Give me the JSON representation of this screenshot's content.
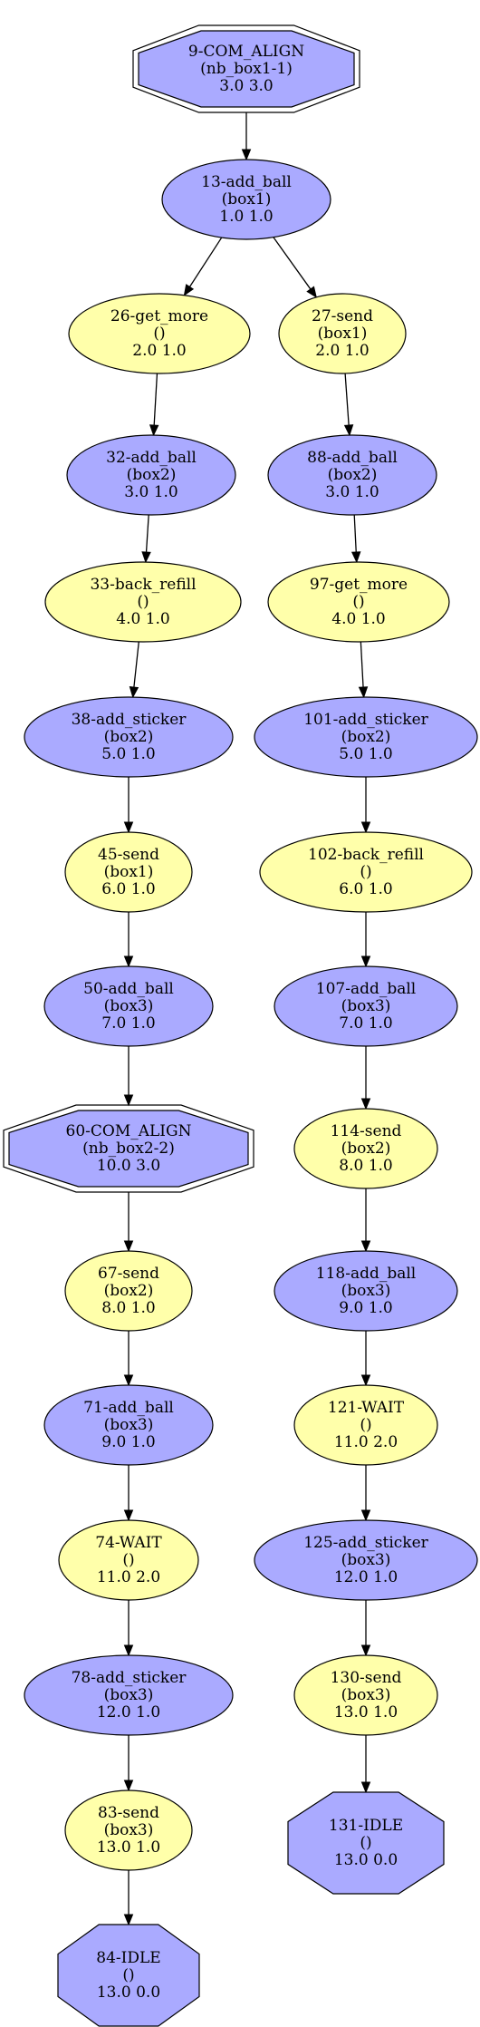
{
  "colors": {
    "blue_fill": "#aaaaff",
    "yellow_fill": "#ffffaa",
    "stroke": "#000000",
    "background": "#ffffff"
  },
  "nodes": [
    {
      "id": "n9",
      "shape": "double-octagon",
      "fill": "blue",
      "lines": [
        "9-COM_ALIGN",
        "(nb_box1-1)",
        "3.0 3.0"
      ]
    },
    {
      "id": "n13",
      "shape": "ellipse",
      "fill": "blue",
      "lines": [
        "13-add_ball",
        "(box1)",
        "1.0 1.0"
      ]
    },
    {
      "id": "n26",
      "shape": "ellipse",
      "fill": "yellow",
      "lines": [
        "26-get_more",
        "()",
        "2.0 1.0"
      ]
    },
    {
      "id": "n27",
      "shape": "ellipse",
      "fill": "yellow",
      "lines": [
        "27-send",
        "(box1)",
        "2.0 1.0"
      ]
    },
    {
      "id": "n32",
      "shape": "ellipse",
      "fill": "blue",
      "lines": [
        "32-add_ball",
        "(box2)",
        "3.0 1.0"
      ]
    },
    {
      "id": "n88",
      "shape": "ellipse",
      "fill": "blue",
      "lines": [
        "88-add_ball",
        "(box2)",
        "3.0 1.0"
      ]
    },
    {
      "id": "n33",
      "shape": "ellipse",
      "fill": "yellow",
      "lines": [
        "33-back_refill",
        "()",
        "4.0 1.0"
      ]
    },
    {
      "id": "n97",
      "shape": "ellipse",
      "fill": "yellow",
      "lines": [
        "97-get_more",
        "()",
        "4.0 1.0"
      ]
    },
    {
      "id": "n38",
      "shape": "ellipse",
      "fill": "blue",
      "lines": [
        "38-add_sticker",
        "(box2)",
        "5.0 1.0"
      ]
    },
    {
      "id": "n101",
      "shape": "ellipse",
      "fill": "blue",
      "lines": [
        "101-add_sticker",
        "(box2)",
        "5.0 1.0"
      ]
    },
    {
      "id": "n45",
      "shape": "ellipse",
      "fill": "yellow",
      "lines": [
        "45-send",
        "(box1)",
        "6.0 1.0"
      ]
    },
    {
      "id": "n102",
      "shape": "ellipse",
      "fill": "yellow",
      "lines": [
        "102-back_refill",
        "()",
        "6.0 1.0"
      ]
    },
    {
      "id": "n50",
      "shape": "ellipse",
      "fill": "blue",
      "lines": [
        "50-add_ball",
        "(box3)",
        "7.0 1.0"
      ]
    },
    {
      "id": "n107",
      "shape": "ellipse",
      "fill": "blue",
      "lines": [
        "107-add_ball",
        "(box3)",
        "7.0 1.0"
      ]
    },
    {
      "id": "n60",
      "shape": "double-octagon",
      "fill": "blue",
      "lines": [
        "60-COM_ALIGN",
        "(nb_box2-2)",
        "10.0 3.0"
      ]
    },
    {
      "id": "n114",
      "shape": "ellipse",
      "fill": "yellow",
      "lines": [
        "114-send",
        "(box2)",
        "8.0 1.0"
      ]
    },
    {
      "id": "n67",
      "shape": "ellipse",
      "fill": "yellow",
      "lines": [
        "67-send",
        "(box2)",
        "8.0 1.0"
      ]
    },
    {
      "id": "n118",
      "shape": "ellipse",
      "fill": "blue",
      "lines": [
        "118-add_ball",
        "(box3)",
        "9.0 1.0"
      ]
    },
    {
      "id": "n71",
      "shape": "ellipse",
      "fill": "blue",
      "lines": [
        "71-add_ball",
        "(box3)",
        "9.0 1.0"
      ]
    },
    {
      "id": "n121",
      "shape": "ellipse",
      "fill": "yellow",
      "lines": [
        "121-WAIT",
        "()",
        "11.0 2.0"
      ]
    },
    {
      "id": "n74",
      "shape": "ellipse",
      "fill": "yellow",
      "lines": [
        "74-WAIT",
        "()",
        "11.0 2.0"
      ]
    },
    {
      "id": "n125",
      "shape": "ellipse",
      "fill": "blue",
      "lines": [
        "125-add_sticker",
        "(box3)",
        "12.0 1.0"
      ]
    },
    {
      "id": "n78",
      "shape": "ellipse",
      "fill": "blue",
      "lines": [
        "78-add_sticker",
        "(box3)",
        "12.0 1.0"
      ]
    },
    {
      "id": "n130",
      "shape": "ellipse",
      "fill": "yellow",
      "lines": [
        "130-send",
        "(box3)",
        "13.0 1.0"
      ]
    },
    {
      "id": "n83",
      "shape": "ellipse",
      "fill": "yellow",
      "lines": [
        "83-send",
        "(box3)",
        "13.0 1.0"
      ]
    },
    {
      "id": "n131",
      "shape": "octagon",
      "fill": "blue",
      "lines": [
        "131-IDLE",
        "()",
        "13.0 0.0"
      ]
    },
    {
      "id": "n84",
      "shape": "octagon",
      "fill": "blue",
      "lines": [
        "84-IDLE",
        "()",
        "13.0 0.0"
      ]
    }
  ],
  "edges": [
    [
      "n9",
      "n13"
    ],
    [
      "n13",
      "n26"
    ],
    [
      "n13",
      "n27"
    ],
    [
      "n26",
      "n32"
    ],
    [
      "n32",
      "n33"
    ],
    [
      "n33",
      "n38"
    ],
    [
      "n38",
      "n45"
    ],
    [
      "n45",
      "n50"
    ],
    [
      "n50",
      "n60"
    ],
    [
      "n60",
      "n67"
    ],
    [
      "n67",
      "n71"
    ],
    [
      "n71",
      "n74"
    ],
    [
      "n74",
      "n78"
    ],
    [
      "n78",
      "n83"
    ],
    [
      "n83",
      "n84"
    ],
    [
      "n27",
      "n88"
    ],
    [
      "n88",
      "n97"
    ],
    [
      "n97",
      "n101"
    ],
    [
      "n101",
      "n102"
    ],
    [
      "n102",
      "n107"
    ],
    [
      "n107",
      "n114"
    ],
    [
      "n114",
      "n118"
    ],
    [
      "n118",
      "n121"
    ],
    [
      "n121",
      "n125"
    ],
    [
      "n125",
      "n130"
    ],
    [
      "n130",
      "n131"
    ]
  ]
}
